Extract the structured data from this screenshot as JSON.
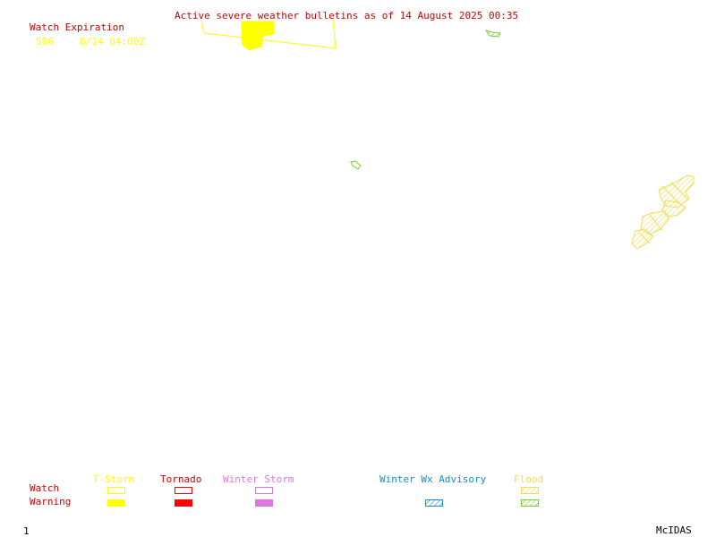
{
  "title": "Active severe weather bulletins as of 14 August 2025 00:35",
  "watch_expiration": {
    "heading": "Watch Expiration",
    "entries": [
      {
        "watch_id": "586",
        "expires": "8/14 04:00Z"
      }
    ]
  },
  "legend": {
    "row_labels": {
      "watch": "Watch",
      "warning": "Warning"
    },
    "categories": [
      {
        "label": "T-Storm",
        "color": "#ffff00",
        "watch_style": "outline",
        "warning_style": "solid"
      },
      {
        "label": "Tornado",
        "color": "#ff0000",
        "watch_style": "outline",
        "warning_style": "solid"
      },
      {
        "label": "Winter Storm",
        "color": "#dd77dd",
        "watch_style": "outline",
        "warning_style": "solid"
      },
      {
        "label": "Winter Wx Advisory",
        "color": "#1a8ccc",
        "watch_style": "none",
        "warning_style": "hatched"
      },
      {
        "label": "Flood",
        "color": "#eedd55",
        "warning_color": "#77cc33",
        "watch_style": "hatched",
        "warning_style": "hatched"
      }
    ]
  },
  "footer": {
    "frame_number": "1",
    "software": "McIDAS"
  },
  "colors": {
    "title": "#cc0000",
    "tstorm": "#ffff00",
    "tornado": "#ff0000",
    "winter_storm": "#dd77dd",
    "winter_advisory": "#1a8ccc",
    "flood_watch": "#eedd55",
    "flood_warning": "#77cc33"
  }
}
